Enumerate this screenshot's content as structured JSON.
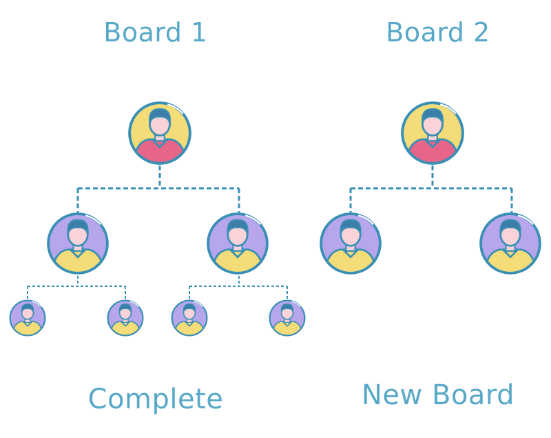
{
  "boards": [
    {
      "title": "Board 1",
      "caption": "Complete",
      "root_shirt": "pink",
      "levels": 3
    },
    {
      "title": "Board 2",
      "caption": "New Board",
      "root_shirt": "pink",
      "levels": 2
    }
  ],
  "colors": {
    "text": "#58a8c8",
    "outline": "#3a8fb5",
    "yellow": "#f4dd78",
    "lilac": "#b7a6ec",
    "pink": "#e8658a",
    "skin": "#f9d3d8",
    "hair": "#3c7ea8",
    "connector": "#3a8fb5"
  },
  "icons": [
    "person-avatar-icon"
  ]
}
